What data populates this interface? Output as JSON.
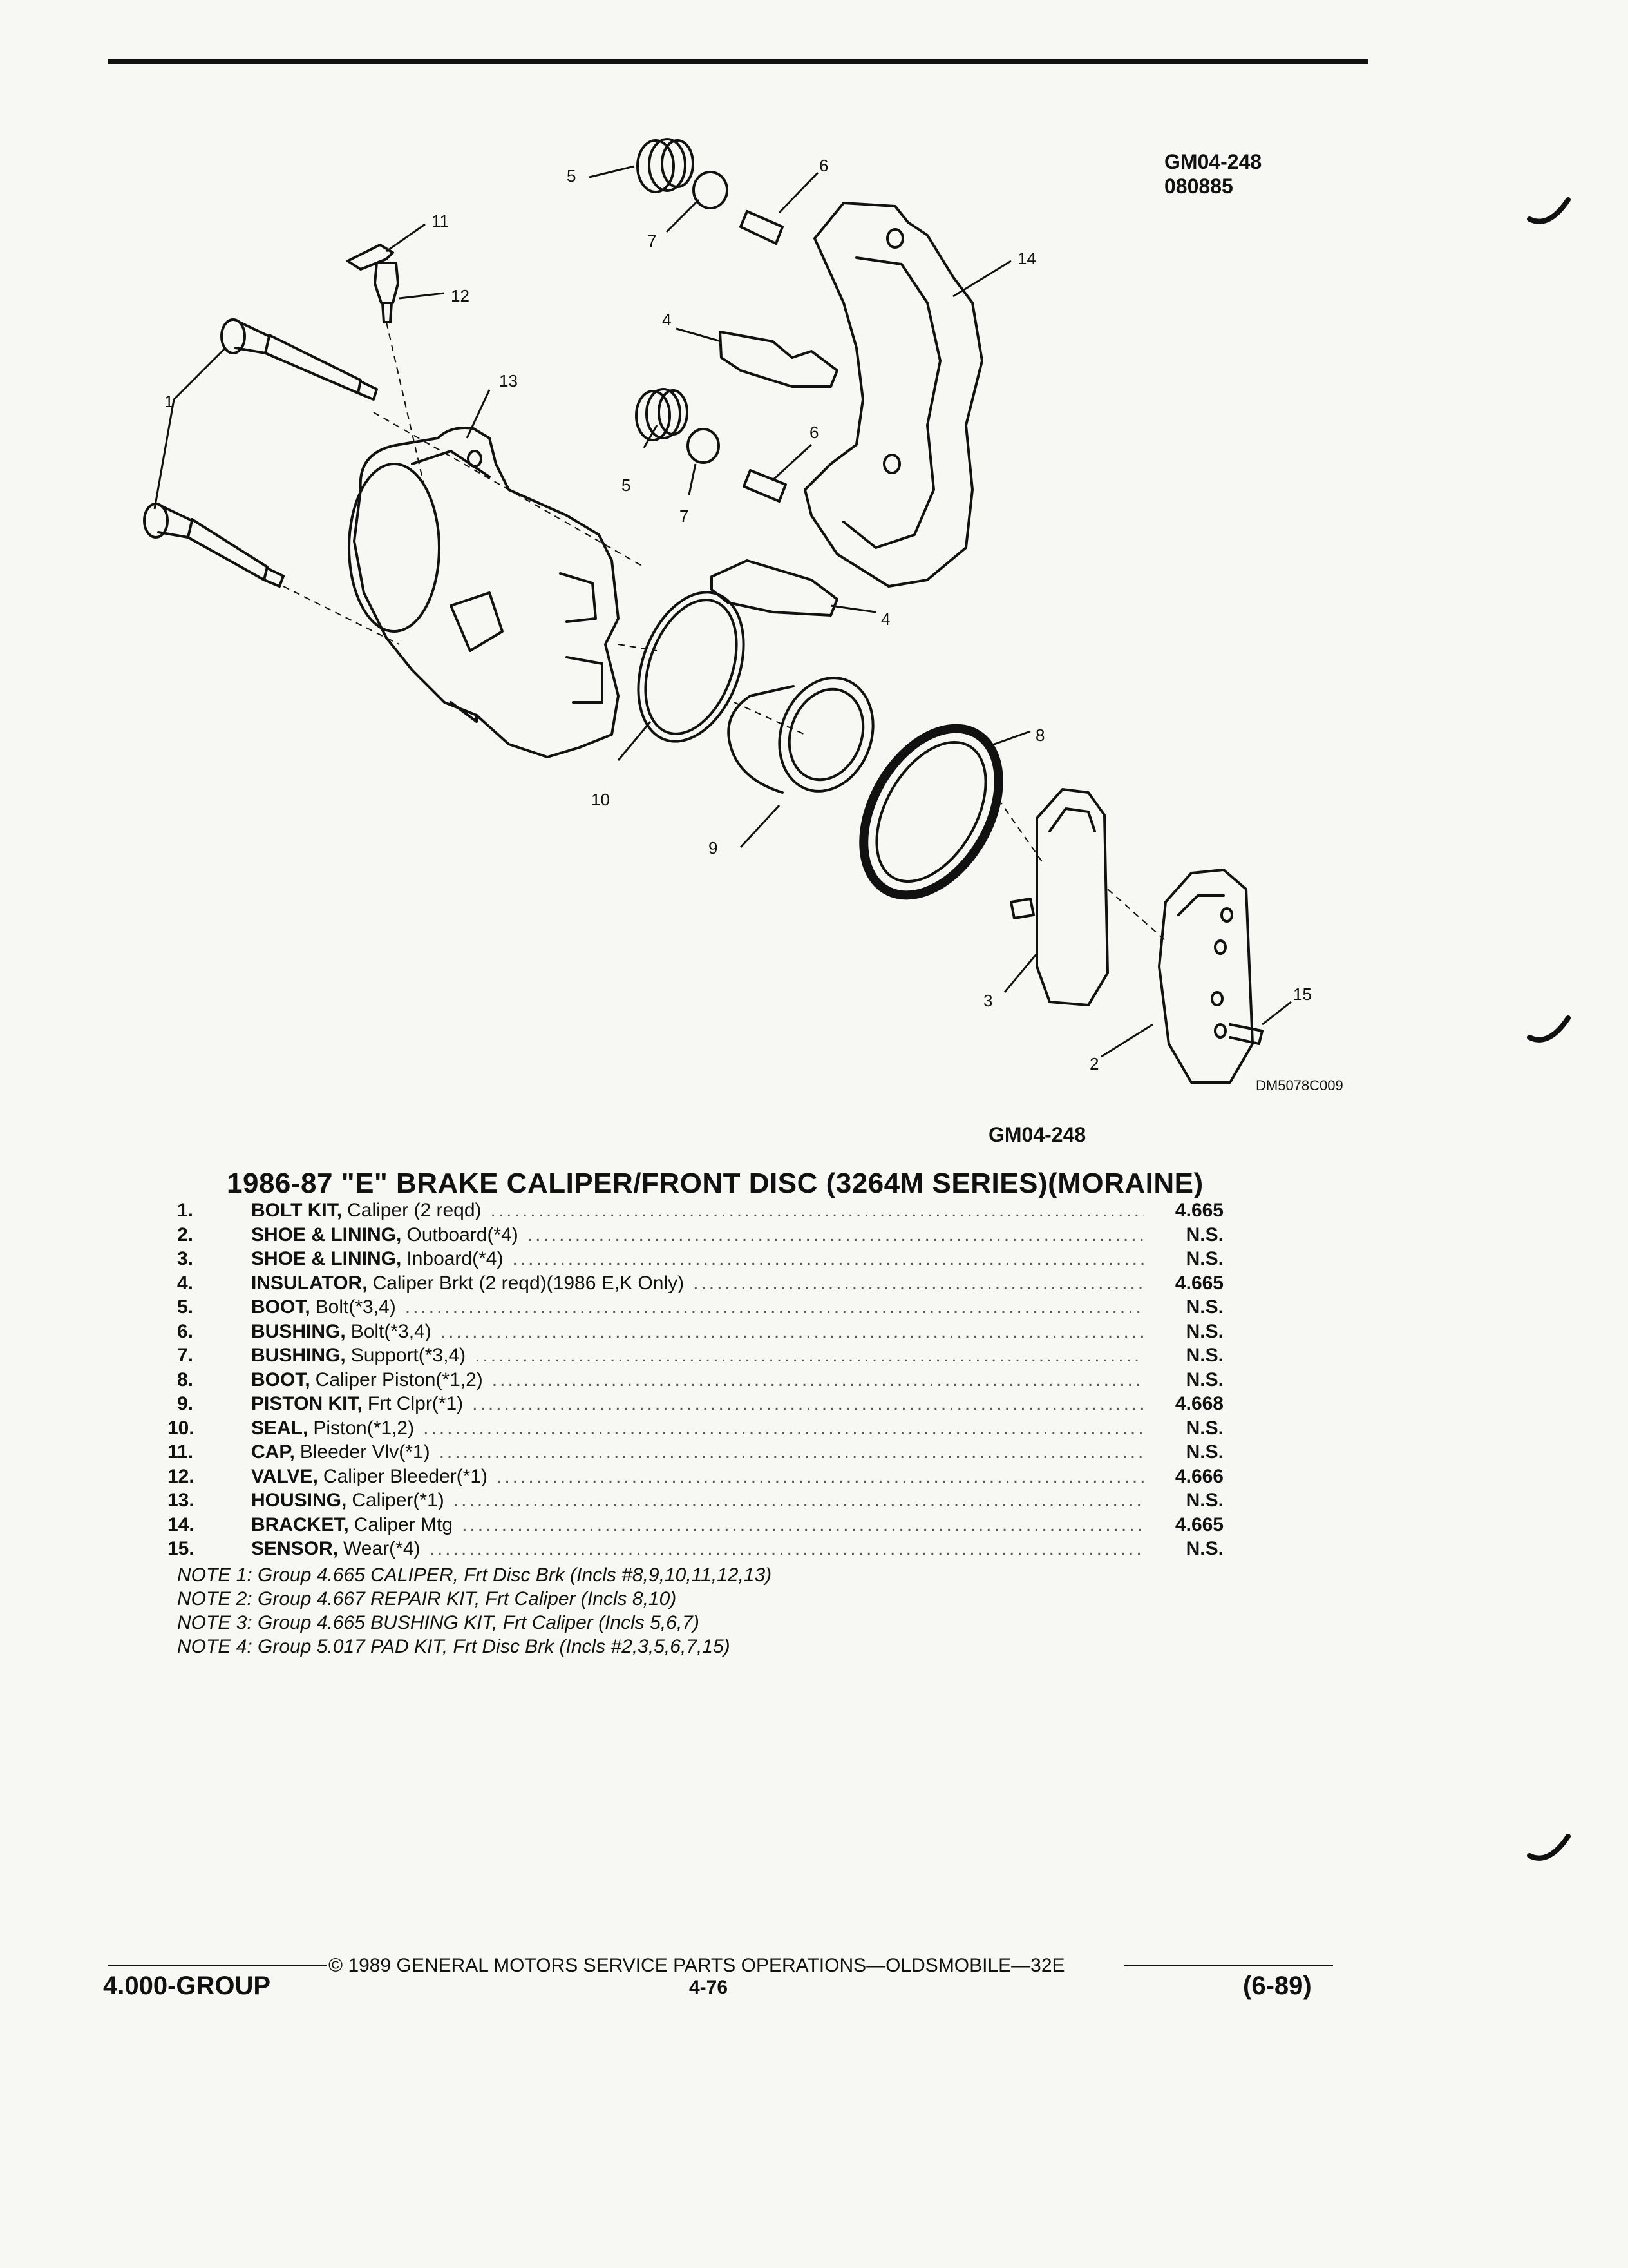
{
  "figure": {
    "id": "GM04-248",
    "date_code": "080885",
    "drawing_code": "DM5078C009",
    "caption_id": "GM04-248",
    "callouts": [
      "1",
      "2",
      "3",
      "4",
      "4",
      "5",
      "5",
      "6",
      "6",
      "7",
      "7",
      "8",
      "9",
      "10",
      "11",
      "12",
      "13",
      "14",
      "15"
    ]
  },
  "heading": "1986-87 \"E\" BRAKE CALIPER/FRONT DISC (3264M SERIES)(MORAINE)",
  "parts": [
    {
      "num": "1.",
      "name": "BOLT KIT,",
      "desc": "Caliper (2 reqd)",
      "group": "4.665"
    },
    {
      "num": "2.",
      "name": "SHOE & LINING,",
      "desc": "Outboard(*4)",
      "group": "N.S."
    },
    {
      "num": "3.",
      "name": "SHOE & LINING,",
      "desc": "Inboard(*4)",
      "group": "N.S."
    },
    {
      "num": "4.",
      "name": "INSULATOR,",
      "desc": "Caliper Brkt (2 reqd)(1986 E,K Only)",
      "group": "4.665"
    },
    {
      "num": "5.",
      "name": "BOOT,",
      "desc": "Bolt(*3,4)",
      "group": "N.S."
    },
    {
      "num": "6.",
      "name": "BUSHING,",
      "desc": "Bolt(*3,4)",
      "group": "N.S."
    },
    {
      "num": "7.",
      "name": "BUSHING,",
      "desc": "Support(*3,4)",
      "group": "N.S."
    },
    {
      "num": "8.",
      "name": "BOOT,",
      "desc": "Caliper Piston(*1,2)",
      "group": "N.S."
    },
    {
      "num": "9.",
      "name": "PISTON KIT,",
      "desc": "Frt Clpr(*1)",
      "group": "4.668"
    },
    {
      "num": "10.",
      "name": "SEAL,",
      "desc": "Piston(*1,2)",
      "group": "N.S."
    },
    {
      "num": "11.",
      "name": "CAP,",
      "desc": "Bleeder Vlv(*1)",
      "group": "N.S."
    },
    {
      "num": "12.",
      "name": "VALVE,",
      "desc": "Caliper Bleeder(*1)",
      "group": "4.666"
    },
    {
      "num": "13.",
      "name": "HOUSING,",
      "desc": "Caliper(*1)",
      "group": "N.S."
    },
    {
      "num": "14.",
      "name": "BRACKET,",
      "desc": "Caliper Mtg",
      "group": "4.665"
    },
    {
      "num": "15.",
      "name": "SENSOR,",
      "desc": "Wear(*4)",
      "group": "N.S."
    }
  ],
  "notes": [
    "NOTE 1: Group 4.665 CALIPER, Frt Disc Brk (Incls #8,9,10,11,12,13)",
    "NOTE 2: Group 4.667 REPAIR KIT, Frt Caliper (Incls 8,10)",
    "NOTE 3: Group 4.665 BUSHING KIT, Frt Caliper (Incls 5,6,7)",
    "NOTE 4: Group 5.017 PAD KIT, Frt Disc Brk (Incls #2,3,5,6,7,15)"
  ],
  "footer": {
    "copyright": "© 1989 GENERAL MOTORS SERVICE PARTS OPERATIONS—OLDSMOBILE—32E",
    "group": "4.000-GROUP",
    "page": "4-76",
    "revision": "(6-89)"
  },
  "colors": {
    "ink": "#111111",
    "paper": "#f7f7f3"
  }
}
